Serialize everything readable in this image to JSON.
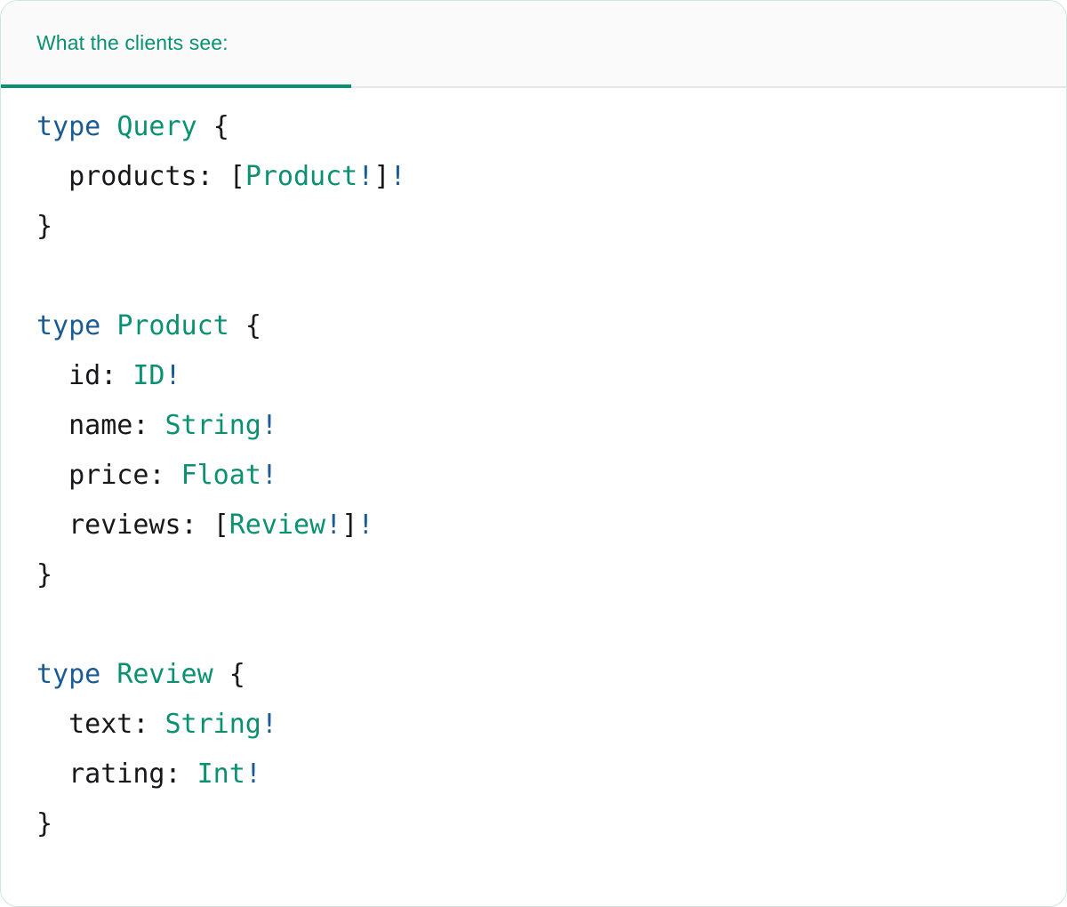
{
  "panel": {
    "accent_green": "#0a9171",
    "accent_blue": "#1b5b94",
    "text_dark": "#18181b",
    "header_bg": "#fafafa",
    "body_bg": "#ffffff",
    "border": "#e6e6e6"
  },
  "tabs": [
    {
      "label": "What the clients see:",
      "active": true
    }
  ],
  "code": {
    "language": "graphql",
    "lines": [
      {
        "index": 1,
        "text": "type Query {",
        "tokens": [
          {
            "t": "type",
            "c": "keyword"
          },
          {
            "t": " ",
            "c": "plain"
          },
          {
            "t": "Query",
            "c": "typename"
          },
          {
            "t": " ",
            "c": "plain"
          },
          {
            "t": "{",
            "c": "punct"
          }
        ]
      },
      {
        "index": 2,
        "text": "  products: [Product!]!",
        "tokens": [
          {
            "t": "  ",
            "c": "plain"
          },
          {
            "t": "products",
            "c": "field"
          },
          {
            "t": ": ",
            "c": "punct"
          },
          {
            "t": "[",
            "c": "punct"
          },
          {
            "t": "Product",
            "c": "typename"
          },
          {
            "t": "!",
            "c": "bang"
          },
          {
            "t": "]",
            "c": "punct"
          },
          {
            "t": "!",
            "c": "bang"
          }
        ]
      },
      {
        "index": 3,
        "text": "}",
        "tokens": [
          {
            "t": "}",
            "c": "punct"
          }
        ]
      },
      {
        "index": 4,
        "text": "",
        "tokens": []
      },
      {
        "index": 5,
        "text": "type Product {",
        "tokens": [
          {
            "t": "type",
            "c": "keyword"
          },
          {
            "t": " ",
            "c": "plain"
          },
          {
            "t": "Product",
            "c": "typename"
          },
          {
            "t": " ",
            "c": "plain"
          },
          {
            "t": "{",
            "c": "punct"
          }
        ]
      },
      {
        "index": 6,
        "text": "  id: ID!",
        "tokens": [
          {
            "t": "  ",
            "c": "plain"
          },
          {
            "t": "id",
            "c": "field"
          },
          {
            "t": ": ",
            "c": "punct"
          },
          {
            "t": "ID",
            "c": "typename"
          },
          {
            "t": "!",
            "c": "bang"
          }
        ]
      },
      {
        "index": 7,
        "text": "  name: String!",
        "tokens": [
          {
            "t": "  ",
            "c": "plain"
          },
          {
            "t": "name",
            "c": "field"
          },
          {
            "t": ": ",
            "c": "punct"
          },
          {
            "t": "String",
            "c": "typename"
          },
          {
            "t": "!",
            "c": "bang"
          }
        ]
      },
      {
        "index": 8,
        "text": "  price: Float!",
        "tokens": [
          {
            "t": "  ",
            "c": "plain"
          },
          {
            "t": "price",
            "c": "field"
          },
          {
            "t": ": ",
            "c": "punct"
          },
          {
            "t": "Float",
            "c": "typename"
          },
          {
            "t": "!",
            "c": "bang"
          }
        ]
      },
      {
        "index": 9,
        "text": "  reviews: [Review!]!",
        "tokens": [
          {
            "t": "  ",
            "c": "plain"
          },
          {
            "t": "reviews",
            "c": "field"
          },
          {
            "t": ": ",
            "c": "punct"
          },
          {
            "t": "[",
            "c": "punct"
          },
          {
            "t": "Review",
            "c": "typename"
          },
          {
            "t": "!",
            "c": "bang"
          },
          {
            "t": "]",
            "c": "punct"
          },
          {
            "t": "!",
            "c": "bang"
          }
        ]
      },
      {
        "index": 10,
        "text": "}",
        "tokens": [
          {
            "t": "}",
            "c": "punct"
          }
        ]
      },
      {
        "index": 11,
        "text": "",
        "tokens": []
      },
      {
        "index": 12,
        "text": "type Review {",
        "tokens": [
          {
            "t": "type",
            "c": "keyword"
          },
          {
            "t": " ",
            "c": "plain"
          },
          {
            "t": "Review",
            "c": "typename"
          },
          {
            "t": " ",
            "c": "plain"
          },
          {
            "t": "{",
            "c": "punct"
          }
        ]
      },
      {
        "index": 13,
        "text": "  text: String!",
        "tokens": [
          {
            "t": "  ",
            "c": "plain"
          },
          {
            "t": "text",
            "c": "field"
          },
          {
            "t": ": ",
            "c": "punct"
          },
          {
            "t": "String",
            "c": "typename"
          },
          {
            "t": "!",
            "c": "bang"
          }
        ]
      },
      {
        "index": 14,
        "text": "  rating: Int!",
        "tokens": [
          {
            "t": "  ",
            "c": "plain"
          },
          {
            "t": "rating",
            "c": "field"
          },
          {
            "t": ": ",
            "c": "punct"
          },
          {
            "t": "Int",
            "c": "typename"
          },
          {
            "t": "!",
            "c": "bang"
          }
        ]
      },
      {
        "index": 15,
        "text": "}",
        "tokens": [
          {
            "t": "}",
            "c": "punct"
          }
        ]
      }
    ]
  }
}
